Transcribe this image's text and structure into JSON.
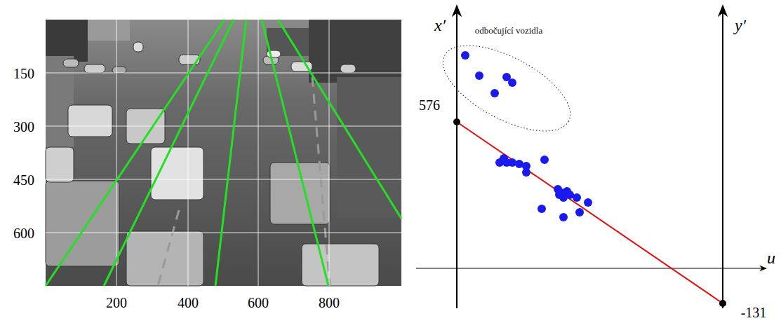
{
  "diagram": {
    "nodes": [
      {
        "text": [
          "odbočující vozidla"
        ]
      }
    ],
    "labels": [
      "150",
      "300",
      "450",
      "600",
      "200",
      "400",
      "600",
      "800",
      "x′",
      "576",
      "y′",
      "u",
      "-131"
    ]
  }
}
